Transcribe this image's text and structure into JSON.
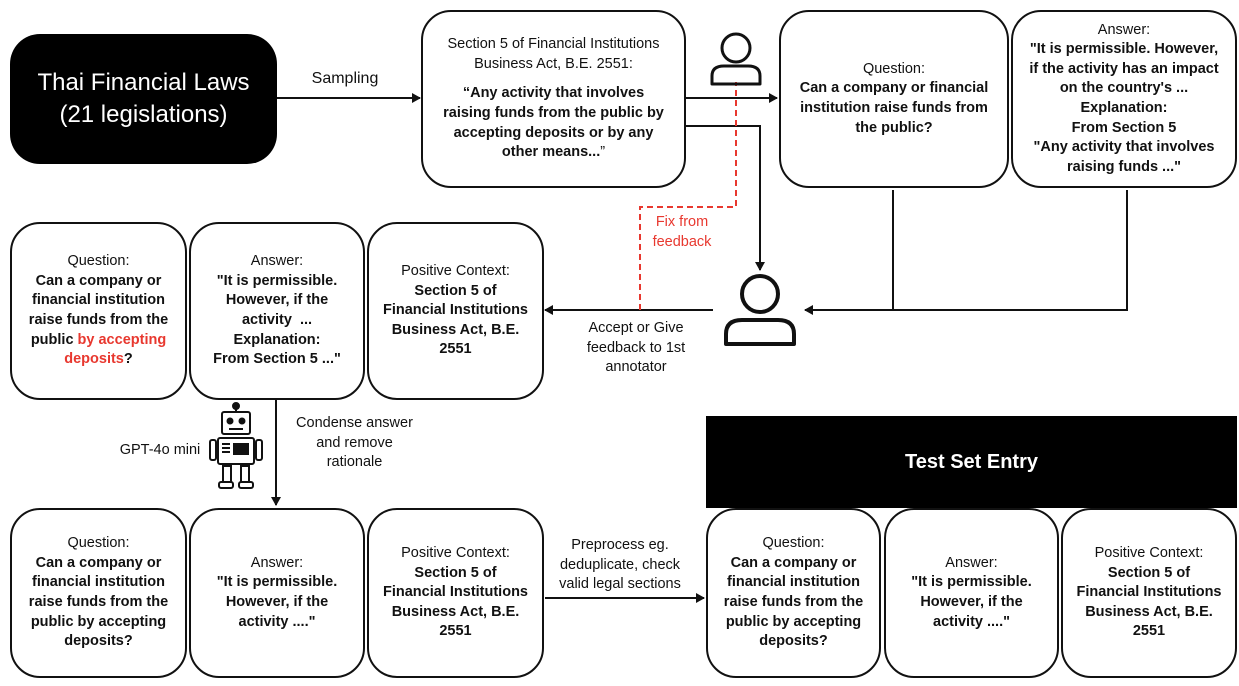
{
  "source": {
    "line1": "Thai Financial Laws",
    "line2": "(21 legislations)"
  },
  "edges": {
    "sampling": "Sampling",
    "fix_feedback_1": "Fix from",
    "fix_feedback_2": "feedback",
    "accept_1": "Accept or Give",
    "accept_2": "feedback to 1st",
    "accept_3": "annotator",
    "condense_1": "Condense answer",
    "condense_2": "and remove",
    "condense_3": "rationale",
    "gpt_label": "GPT-4o mini",
    "preprocess_1": "Preprocess eg.",
    "preprocess_2": "deduplicate, check",
    "preprocess_3": "valid legal sections"
  },
  "section_box": {
    "header_1": "Section 5 of Financial Institutions",
    "header_2": "Business Act, B.E. 2551:",
    "q1": "“Any activity that involves",
    "q2": "raising funds from the public by",
    "q3": "accepting deposits or by any",
    "q4_bold": "other means...",
    "q4_end": "”"
  },
  "row1": {
    "question": {
      "label": "Question:",
      "l1": "Can a company or financial",
      "l2": "institution raise funds from",
      "l3": "the public?"
    },
    "answer": {
      "label": "Answer:",
      "l1": "\"It is permissible. However,",
      "l2": "if the activity has an impact",
      "l3": "on the country's ...",
      "l4": "Explanation:",
      "l5": "From Section 5",
      "l6": "\"Any activity that involves",
      "l7": "raising funds ...\""
    }
  },
  "row2": {
    "question": {
      "label": "Question:",
      "l1": "Can a company or",
      "l2": "financial institution",
      "l3": "raise funds from the",
      "l4a": "public ",
      "l4b": "by accepting",
      "l5a": "deposits",
      "l5b": "?"
    },
    "answer": {
      "label": "Answer:",
      "l1": "\"It is permissible.",
      "l2": "However, if the",
      "l3": "activity  ...",
      "l4": "Explanation:",
      "l5": "From Section 5 ...\""
    },
    "context": {
      "label": "Positive Context:",
      "l1": "Section 5 of",
      "l2": "Financial Institutions",
      "l3": "Business Act, B.E.",
      "l4": "2551"
    }
  },
  "row3": {
    "question": {
      "label": "Question:",
      "l1": "Can a company or",
      "l2": "financial institution",
      "l3": "raise funds from the",
      "l4": "public by accepting",
      "l5": "deposits?"
    },
    "answer": {
      "label": "Answer:",
      "l1": "\"It is permissible.",
      "l2": "However, if the",
      "l3": "activity ....\""
    },
    "context": {
      "label": "Positive Context:",
      "l1": "Section 5 of",
      "l2": "Financial Institutions",
      "l3": "Business Act, B.E.",
      "l4": "2551"
    }
  },
  "test_set": {
    "title": "Test Set Entry",
    "question": {
      "label": "Question:",
      "l1": "Can a company or",
      "l2": "financial institution",
      "l3": "raise funds from the",
      "l4": "public by accepting",
      "l5": "deposits?"
    },
    "answer": {
      "label": "Answer:",
      "l1": "\"It is permissible.",
      "l2": "However, if the",
      "l3": "activity ....\""
    },
    "context": {
      "label": "Positive Context:",
      "l1": "Section 5 of",
      "l2": "Financial Institutions",
      "l3": "Business Act, B.E.",
      "l4": "2551"
    }
  },
  "colors": {
    "highlight": "#e8382f",
    "feedback_line": "#e8382f",
    "box_border": "#111111"
  },
  "icons": {
    "annotator_1": "person-outline-icon",
    "annotator_2": "person-outline-icon",
    "gpt_robot": "robot-icon"
  }
}
